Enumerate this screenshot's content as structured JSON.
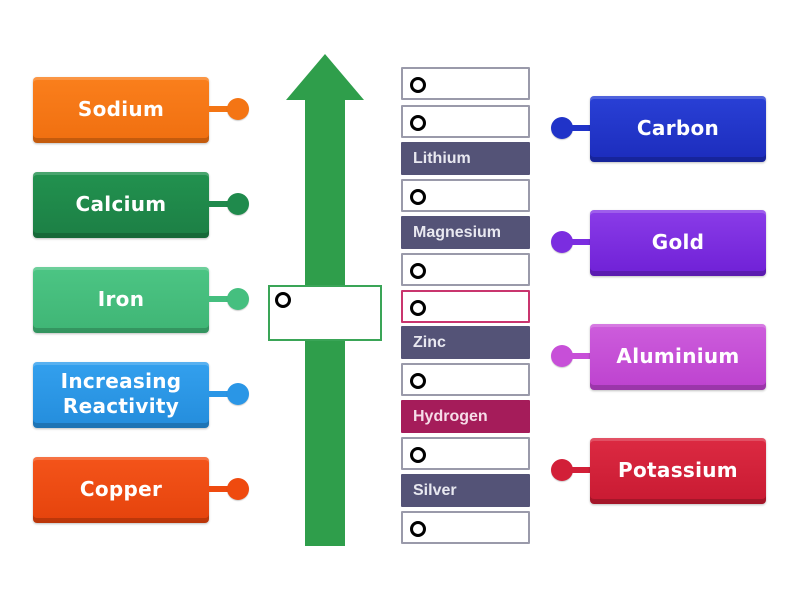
{
  "left_labels": [
    {
      "text": "Sodium",
      "color": "#f47514",
      "dot_color": "#f47514"
    },
    {
      "text": "Calcium",
      "color": "#1f8a4c",
      "dot_color": "#1f8a4c"
    },
    {
      "text": "Iron",
      "color": "#45bf7f",
      "dot_color": "#45bf7f"
    },
    {
      "text": "Increasing Reactivity",
      "line1": "Increasing",
      "line2": "Reactivity",
      "color": "#2a96e6",
      "dot_color": "#2a96e6"
    },
    {
      "text": "Copper",
      "color": "#ef4a0f",
      "dot_color": "#ef4a0f"
    }
  ],
  "right_labels": [
    {
      "text": "Carbon",
      "color": "#2033c8",
      "dot_color": "#2033c8"
    },
    {
      "text": "Gold",
      "color": "#7b2de0",
      "dot_color": "#7b2de0"
    },
    {
      "text": "Aluminium",
      "color": "#c74fd8",
      "dot_color": "#c74fd8"
    },
    {
      "text": "Potassium",
      "color": "#d21f38",
      "dot_color": "#d21f38"
    }
  ],
  "arrow": {
    "color": "#2f9e4b",
    "direction": "up"
  },
  "series_column": [
    {
      "type": "slot",
      "value": ""
    },
    {
      "type": "slot",
      "value": ""
    },
    {
      "type": "fixed",
      "text": "Lithium"
    },
    {
      "type": "slot",
      "value": ""
    },
    {
      "type": "fixed",
      "text": "Magnesium"
    },
    {
      "type": "slot",
      "value": ""
    },
    {
      "type": "slot",
      "value": "",
      "highlighted": true
    },
    {
      "type": "fixed",
      "text": "Zinc"
    },
    {
      "type": "slot",
      "value": ""
    },
    {
      "type": "fixed",
      "text": "Hydrogen",
      "accent": true
    },
    {
      "type": "slot",
      "value": ""
    },
    {
      "type": "fixed",
      "text": "Silver"
    },
    {
      "type": "slot",
      "value": ""
    }
  ],
  "arrow_drop_zone": {
    "value": ""
  },
  "colors": {
    "fixed_tile": "#545377",
    "hydrogen_tile": "#a51c5a",
    "slot_border": "#9a9aaa",
    "highlight_border": "#c9356e",
    "drop_zone_border": "#3aa557"
  }
}
